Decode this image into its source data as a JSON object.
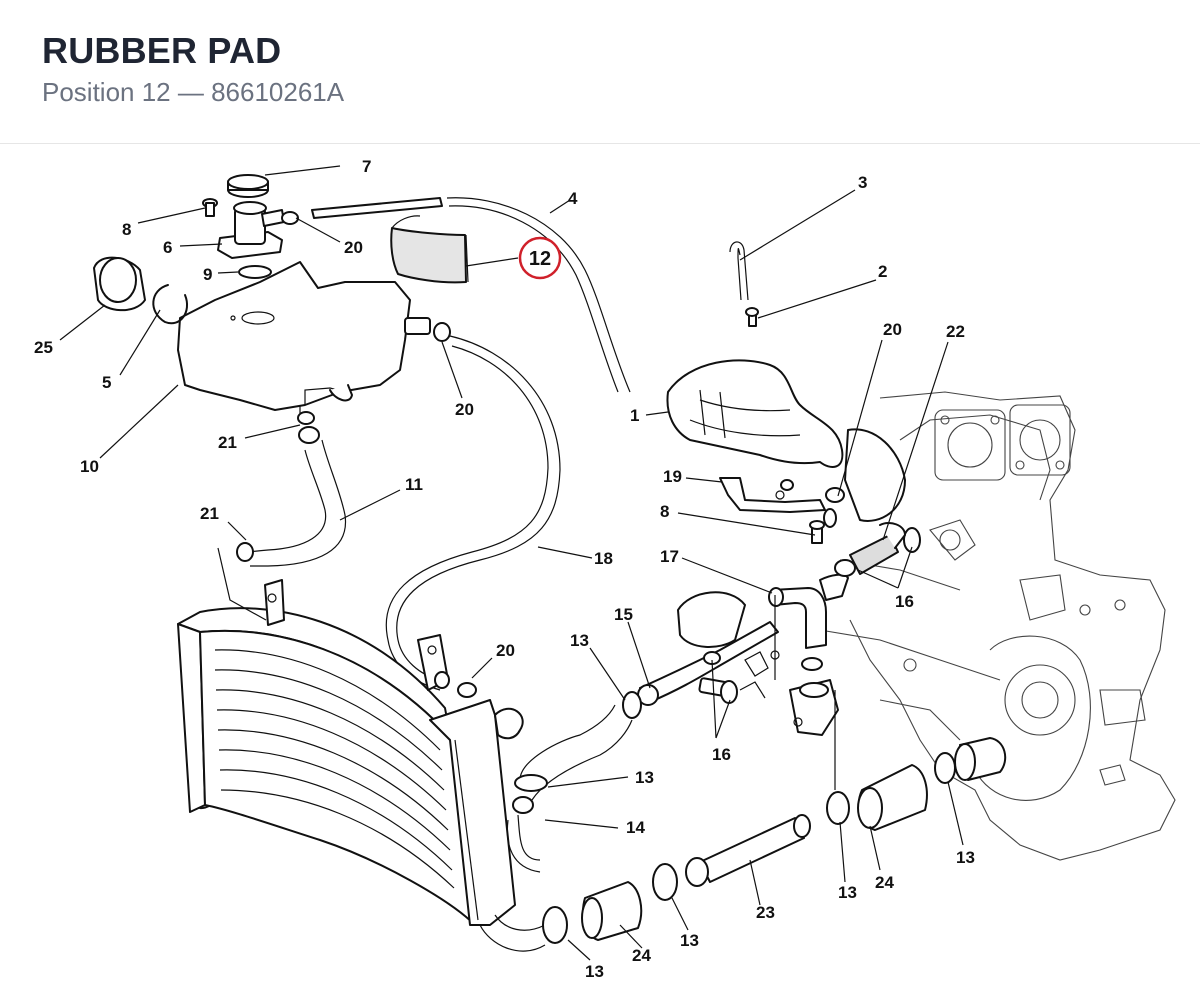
{
  "header": {
    "title": "RUBBER PAD",
    "subtitle": "Position 12 — 86610261A"
  },
  "highlight": {
    "position": "12",
    "color": "#d0202a"
  },
  "callouts": {
    "c1": "1",
    "c2": "2",
    "c3": "3",
    "c4": "4",
    "c5": "5",
    "c6": "6",
    "c7": "7",
    "c8a": "8",
    "c8b": "8",
    "c9": "9",
    "c10": "10",
    "c11": "11",
    "c13a": "13",
    "c13b": "13",
    "c13c": "13",
    "c13d": "13",
    "c13e": "13",
    "c13f": "13",
    "c14": "14",
    "c15": "15",
    "c16a": "16",
    "c16b": "16",
    "c17": "17",
    "c18": "18",
    "c19": "19",
    "c20a": "20",
    "c20b": "20",
    "c20c": "20",
    "c20d": "20",
    "c21a": "21",
    "c21b": "21",
    "c22": "22",
    "c23": "23",
    "c24a": "24",
    "c24b": "24",
    "c25": "25"
  }
}
